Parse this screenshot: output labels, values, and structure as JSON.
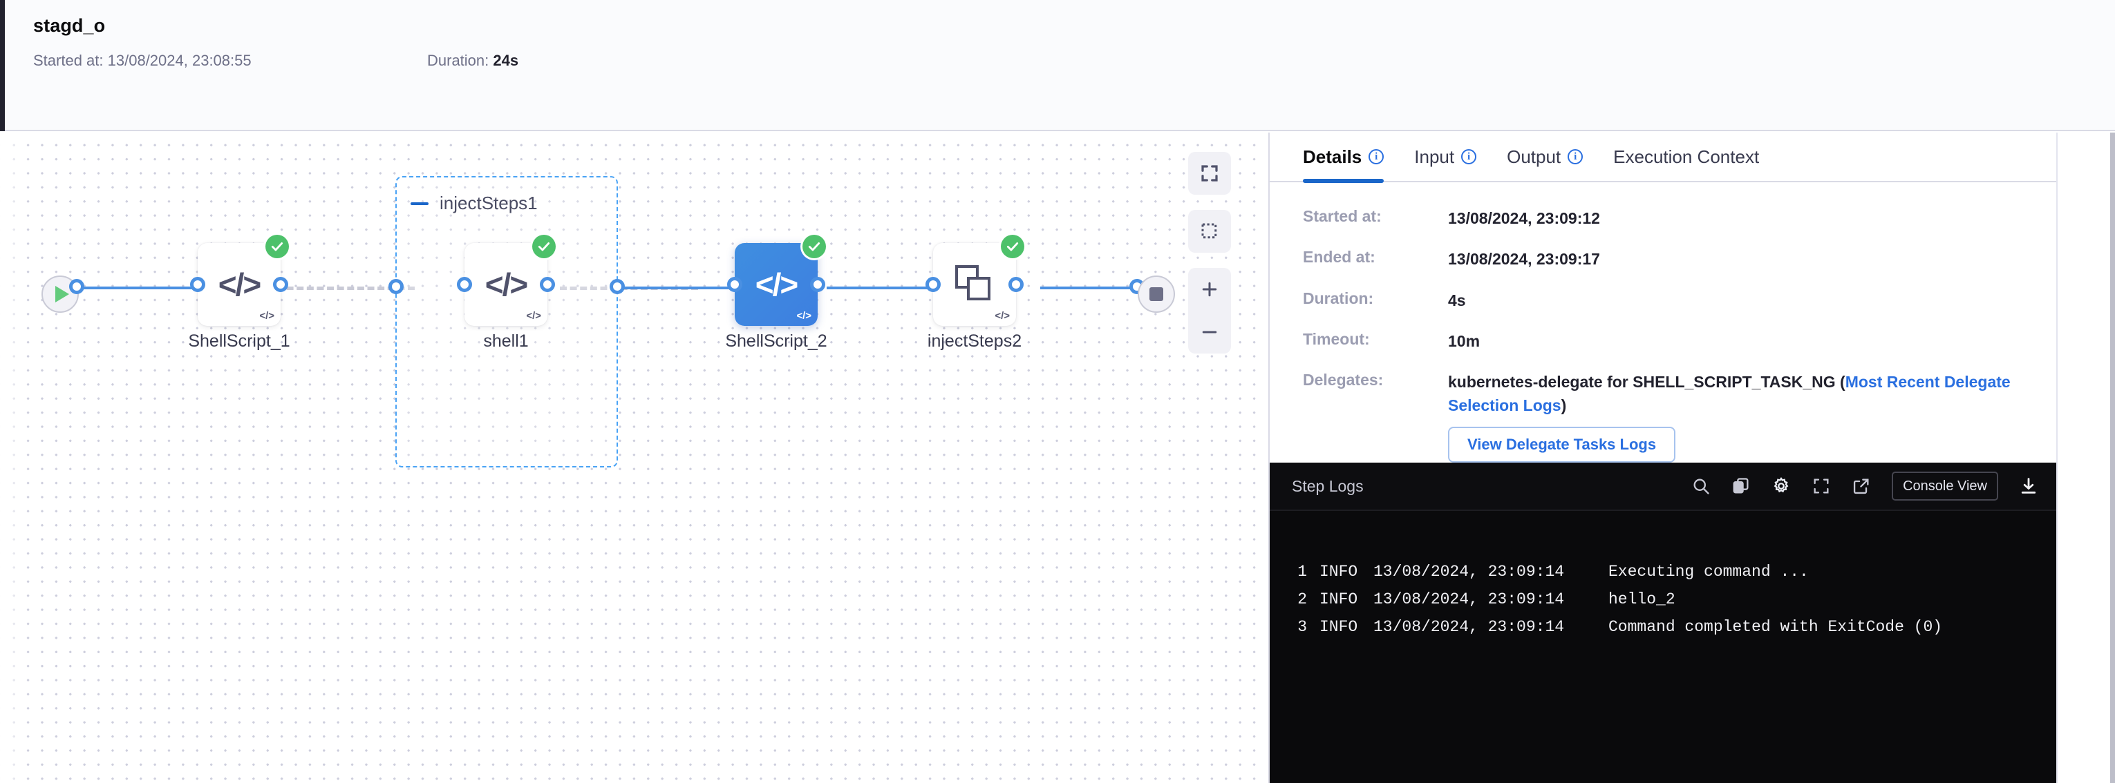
{
  "header": {
    "stage_title": "stagd_o",
    "started_label": "Started at:",
    "started_value": "13/08/2024, 23:08:55",
    "duration_label": "Duration:",
    "duration_value": "24s"
  },
  "graph": {
    "start_node": "start-node",
    "end_node": "end-node",
    "group": {
      "label": "injectSteps1",
      "collapse_icon": "minus-icon"
    },
    "nodes": [
      {
        "label": "ShellScript_1",
        "icon": "code-icon",
        "corner_icon": "code-small-icon",
        "status": "success",
        "selected": false
      },
      {
        "label": "shell1",
        "icon": "code-icon",
        "corner_icon": "code-small-icon",
        "status": "success",
        "selected": false
      },
      {
        "label": "ShellScript_2",
        "icon": "code-icon",
        "corner_icon": "code-small-icon",
        "status": "success",
        "selected": true
      },
      {
        "label": "injectSteps2",
        "icon": "stacked-squares-icon",
        "corner_icon": "code-small-icon",
        "status": "success",
        "selected": false
      }
    ],
    "controls": [
      {
        "name": "fit-to-screen-icon"
      },
      {
        "name": "selection-box-icon"
      },
      {
        "name": "zoom-in-icon"
      },
      {
        "name": "zoom-out-icon"
      }
    ],
    "glyph": "</>",
    "corner_glyph": "</>"
  },
  "tabs": [
    {
      "label": "Details",
      "info": true,
      "active": true
    },
    {
      "label": "Input",
      "info": true,
      "active": false
    },
    {
      "label": "Output",
      "info": true,
      "active": false
    },
    {
      "label": "Execution Context",
      "info": false,
      "active": false
    }
  ],
  "details": {
    "rows": [
      {
        "key": "Started at:",
        "value": "13/08/2024, 23:09:12"
      },
      {
        "key": "Ended at:",
        "value": "13/08/2024, 23:09:17"
      },
      {
        "key": "Duration:",
        "value": "4s"
      },
      {
        "key": "Timeout:",
        "value": "10m"
      }
    ],
    "delegates_key": "Delegates:",
    "delegates_text_prefix": "kubernetes-delegate for SHELL_SCRIPT_TASK_NG (",
    "delegates_link": "Most Recent Delegate Selection Logs",
    "delegates_text_suffix": ")",
    "delegate_button": "View Delegate Tasks Logs"
  },
  "logs": {
    "title": "Step Logs",
    "console_view_button": "Console View",
    "actions": [
      "search-icon",
      "copy-icon",
      "gear-icon",
      "fullscreen-icon",
      "external-link-icon",
      "download-icon"
    ],
    "lines": [
      {
        "num": "1",
        "level": "INFO",
        "time": "13/08/2024, 23:09:14",
        "message": "Executing command ..."
      },
      {
        "num": "2",
        "level": "INFO",
        "time": "13/08/2024, 23:09:14",
        "message": "hello_2"
      },
      {
        "num": "3",
        "level": "INFO",
        "time": "13/08/2024, 23:09:14",
        "message": "Command completed with ExitCode (0)"
      }
    ]
  },
  "colors": {
    "accent": "#1a66c9",
    "link": "#2a6fe0",
    "success": "#4dc16a",
    "edge": "#4a90e2",
    "group_border": "#4aa3f5",
    "log_bg": "#0a0a0c"
  }
}
